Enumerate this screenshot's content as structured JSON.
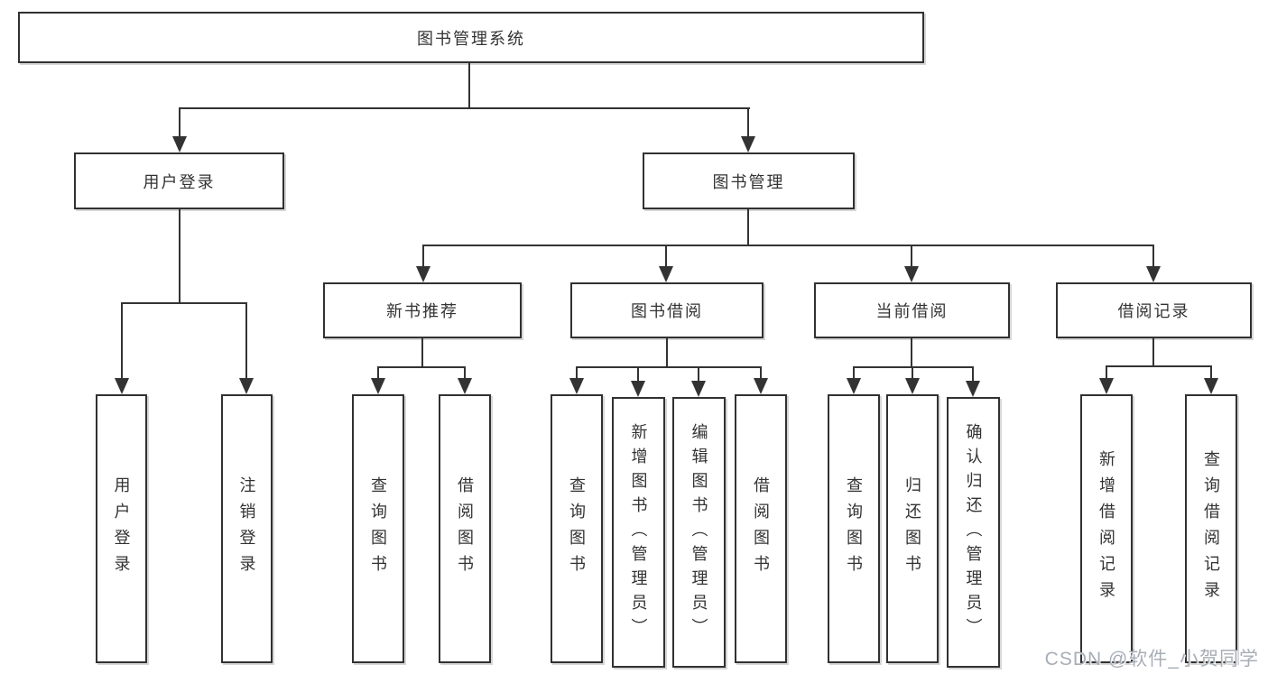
{
  "tree": {
    "root": {
      "label": "图书管理系统",
      "children": [
        {
          "label": "用户登录",
          "children": [
            {
              "label": "用户登录"
            },
            {
              "label": "注销登录"
            }
          ]
        },
        {
          "label": "图书管理",
          "children": [
            {
              "label": "新书推荐",
              "children": [
                {
                  "label": "查询图书"
                },
                {
                  "label": "借阅图书"
                }
              ]
            },
            {
              "label": "图书借阅",
              "children": [
                {
                  "label": "查询图书"
                },
                {
                  "label": "新增图书（管理员）"
                },
                {
                  "label": "编辑图书（管理员）"
                },
                {
                  "label": "借阅图书"
                }
              ]
            },
            {
              "label": "当前借阅",
              "children": [
                {
                  "label": "查询图书"
                },
                {
                  "label": "归还图书"
                },
                {
                  "label": "确认归还（管理员）"
                }
              ]
            },
            {
              "label": "借阅记录",
              "children": [
                {
                  "label": "新增借阅记录"
                },
                {
                  "label": "查询借阅记录"
                }
              ]
            }
          ]
        }
      ]
    }
  },
  "watermark": {
    "text": "CSDN @软件_小贺同学"
  },
  "colors": {
    "background": "#ffffff",
    "line": "#333333",
    "box_border": "#313131",
    "text": "#333333",
    "watermark": "#a8aeb6"
  }
}
